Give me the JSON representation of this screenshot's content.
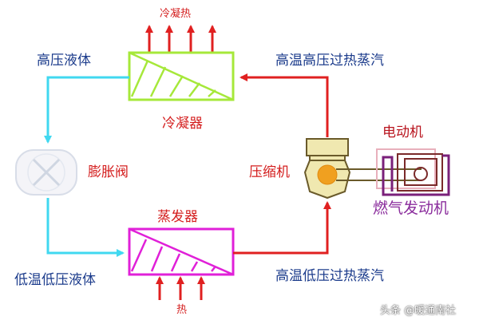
{
  "labels": {
    "condenser_heat": "冷凝热",
    "high_pressure_liquid": "高压液体",
    "high_temp_high_pressure_vapor": "高温高压过热蒸汽",
    "condenser": "冷凝器",
    "motor": "电动机",
    "expansion_valve": "膨胀阀",
    "compressor": "压缩机",
    "gas_engine": "燃气发动机",
    "evaporator": "蒸发器",
    "low_temp_low_pressure_liquid": "低温低压液体",
    "high_temp_low_pressure_vapor": "高温低压过热蒸汽",
    "heat": "热",
    "watermark": "头条 @暖通南社"
  },
  "colors": {
    "red_pipe": "#e02020",
    "cyan_pipe": "#40d8f0",
    "condenser_border": "#a6e83a",
    "evaporator_border": "#e020d8",
    "compressor_fill": "#f0e8b0",
    "compressor_border": "#6a5a2a",
    "compressor_core": "#f0a020",
    "motor_border": "#e0a0b0",
    "engine_border": "#7a207a",
    "valve_fill": "#f4f4f8",
    "valve_border": "#d8dde8"
  }
}
